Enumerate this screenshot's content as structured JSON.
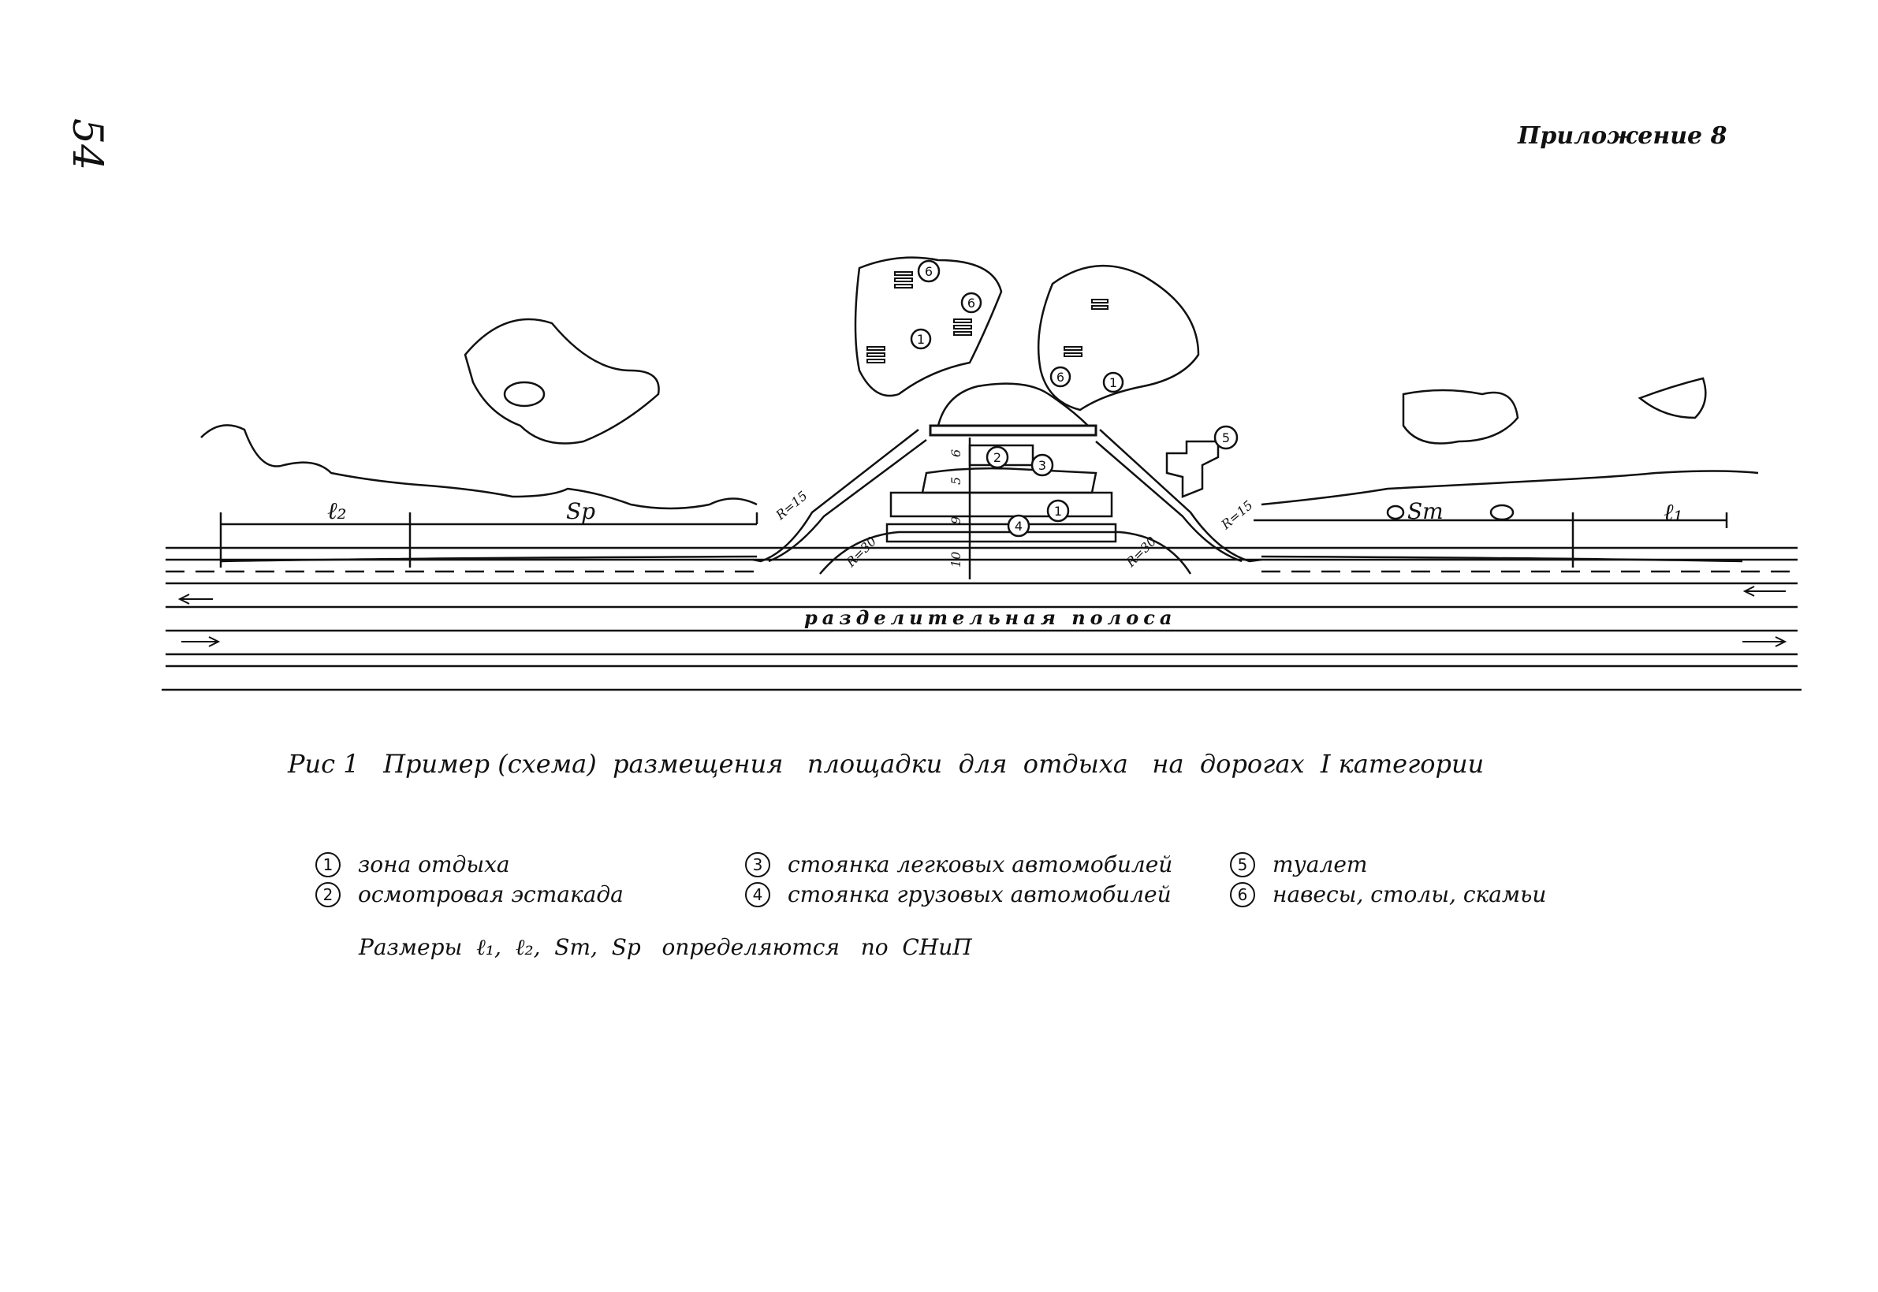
{
  "page_number": "54",
  "appendix": "Приложение 8",
  "figure": {
    "labels": {
      "l2": "ℓ₂",
      "sp": "Sp",
      "st": "Sт",
      "l1": "ℓ₁",
      "divider": "разделительная полоса",
      "radius_left": "R=15",
      "radius_right": "R=15",
      "radius_left2": "R=30",
      "radius_right2": "R=30",
      "dim_6": "6",
      "dim_5": "5",
      "dim_10": "10",
      "dim_9": "9",
      "m1": "1",
      "m2": "2",
      "m3": "3",
      "m4": "4",
      "m5": "5",
      "m6": "6"
    }
  },
  "caption": "Рис 1   Пример (схема)  размещения   площадки  для  отдыха   на  дорогах  I категории",
  "legend": [
    {
      "num": "1",
      "text": "зона  отдыха"
    },
    {
      "num": "2",
      "text": "осмотровая  эстакада"
    },
    {
      "num": "3",
      "text": "стоянка  легковых автомобилей"
    },
    {
      "num": "4",
      "text": "стоянка  грузовых  автомобилей"
    },
    {
      "num": "5",
      "text": "туалет"
    },
    {
      "num": "6",
      "text": "навесы,  столы,  скамьи"
    }
  ],
  "note": "Размеры  ℓ₁,  ℓ₂,  Sт,  Sp   определяются   по  СНиП"
}
